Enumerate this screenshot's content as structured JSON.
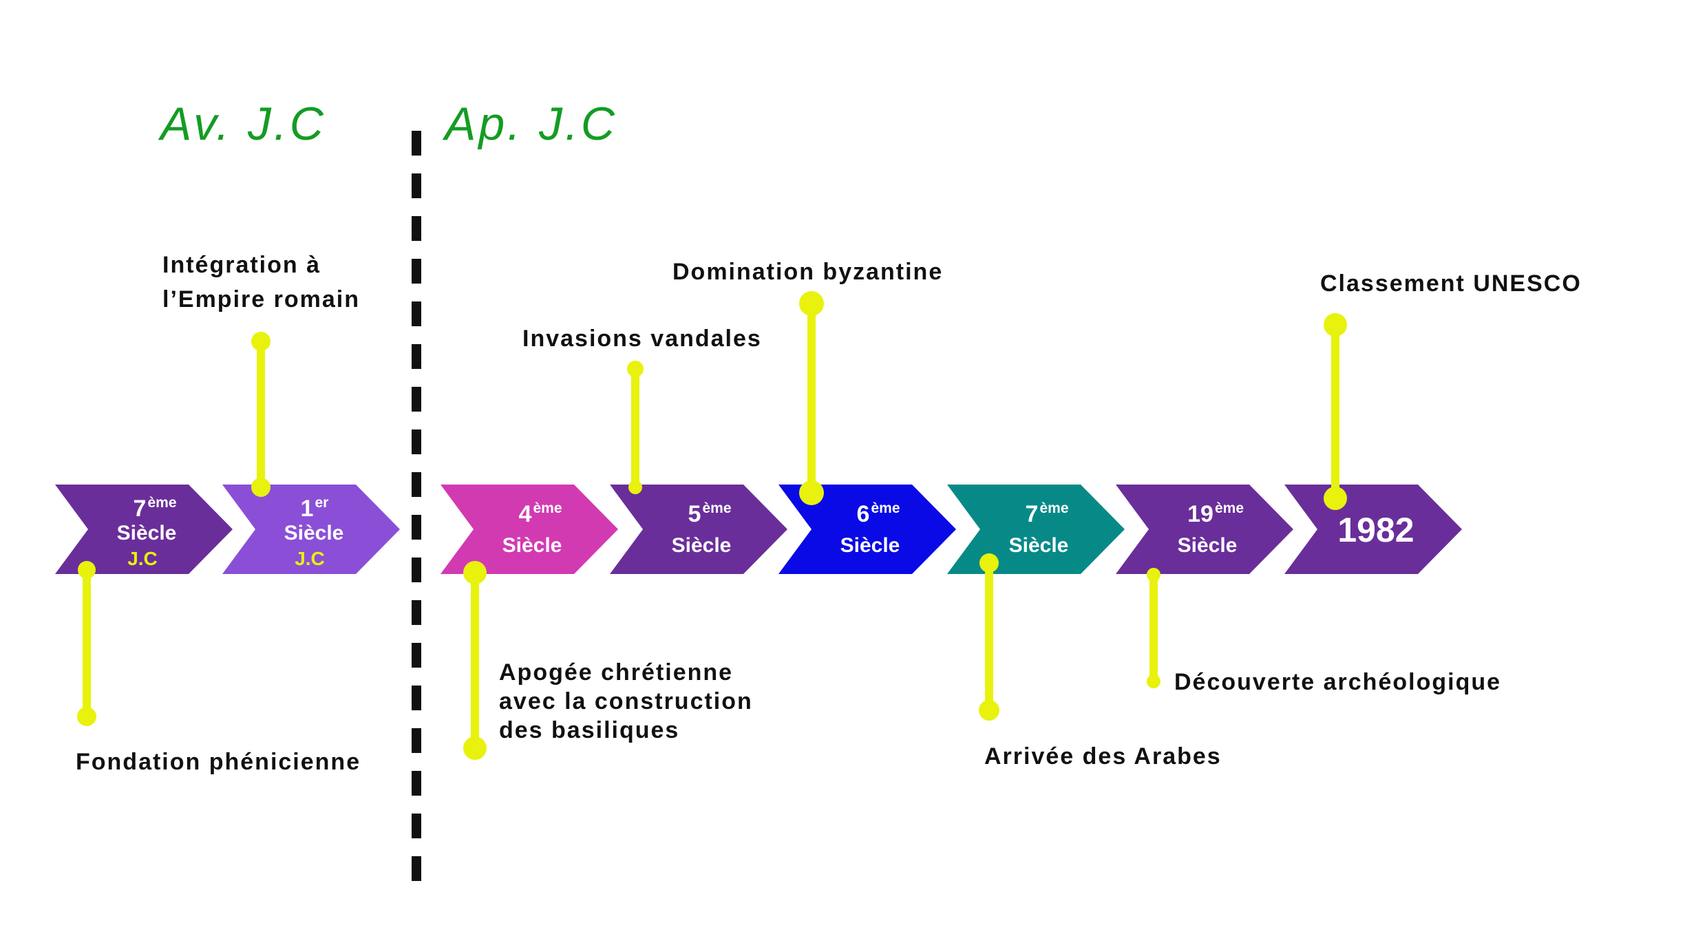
{
  "colors": {
    "era": "#149c23",
    "pin": "#e8f20d",
    "divider": "#111111",
    "label": "#111111",
    "segment_text": "#ffffff",
    "jc_text": "#e8f20d"
  },
  "eras": {
    "before": "Av. J.C",
    "after": "Ap. J.C"
  },
  "segments": [
    {
      "number": "7",
      "suffix": "ème",
      "word": "Siècle",
      "era_tag": "J.C",
      "color": "#6a2e9a"
    },
    {
      "number": "1",
      "suffix": "er",
      "word": "Siècle",
      "era_tag": "J.C",
      "color": "#8a4fd6"
    },
    {
      "number": "4",
      "suffix": "ème",
      "word": "Siècle",
      "color": "#d23ab2"
    },
    {
      "number": "5",
      "suffix": "ème",
      "word": "Siècle",
      "color": "#6a2e9a"
    },
    {
      "number": "6",
      "suffix": "ème",
      "word": "Siècle",
      "color": "#0a0ae6"
    },
    {
      "number": "7",
      "suffix": "ème",
      "word": "Siècle",
      "color": "#078a87"
    },
    {
      "number": "19",
      "suffix": "ème",
      "word": "Siècle",
      "color": "#6a2e9a"
    },
    {
      "year": "1982",
      "color": "#6a2e9a"
    }
  ],
  "events": [
    {
      "text": [
        "Fondation phénicienne"
      ]
    },
    {
      "text": [
        "Intégration à",
        "l’Empire romain"
      ]
    },
    {
      "text": [
        "Apogée chrétienne",
        "avec la construction",
        "des basiliques"
      ]
    },
    {
      "text": [
        "Invasions vandales"
      ]
    },
    {
      "text": [
        "Domination byzantine"
      ]
    },
    {
      "text": [
        "Arrivée des Arabes"
      ]
    },
    {
      "text": [
        "Découverte archéologique"
      ]
    },
    {
      "text": [
        "Classement UNESCO"
      ]
    }
  ]
}
